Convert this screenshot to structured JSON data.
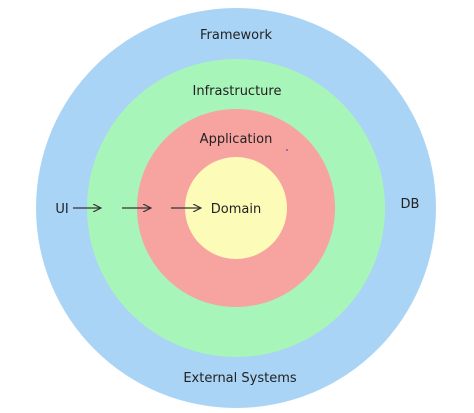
{
  "layers": [
    {
      "name": "Framework",
      "color": "#aad4f5"
    },
    {
      "name": "Infrastructure",
      "color": "#a8f5b9"
    },
    {
      "name": "Application",
      "color": "#f7a3a0"
    },
    {
      "name": "Domain",
      "color": "#fcfbb7"
    }
  ],
  "labels": {
    "ui": "UI",
    "db": "DB",
    "external_systems": "External Systems"
  }
}
